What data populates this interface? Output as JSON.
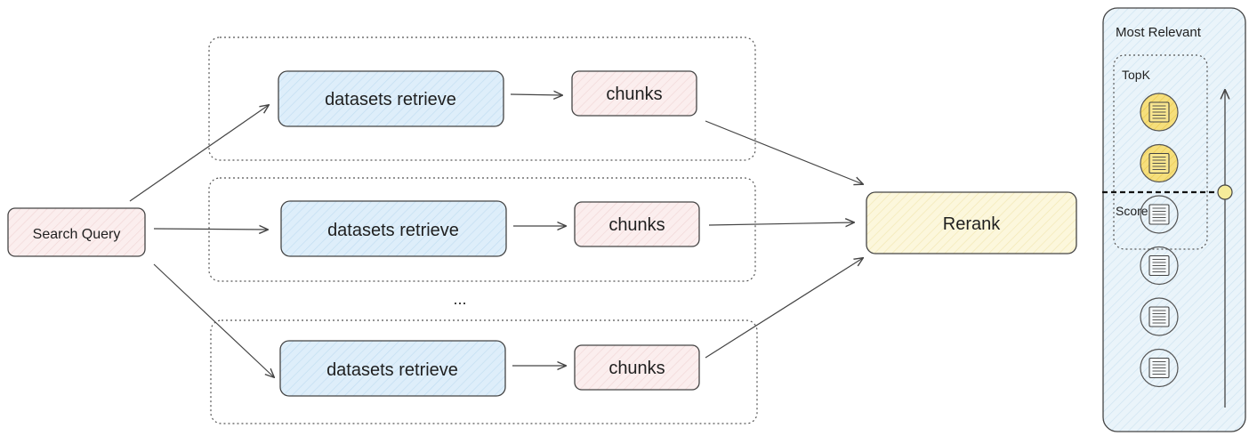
{
  "query": {
    "label": "Search Query"
  },
  "branches": [
    {
      "retrieve_label": "datasets retrieve",
      "chunks_label": "chunks"
    },
    {
      "retrieve_label": "datasets retrieve",
      "chunks_label": "chunks"
    },
    {
      "retrieve_label": "datasets retrieve",
      "chunks_label": "chunks"
    }
  ],
  "ellipsis": "...",
  "rerank": {
    "label": "Rerank"
  },
  "panel": {
    "title": "Most Relevant",
    "topk_label": "TopK",
    "score_label": "Score",
    "items": [
      {
        "highlighted": true
      },
      {
        "highlighted": true
      },
      {
        "highlighted": false
      },
      {
        "highlighted": false
      },
      {
        "highlighted": false
      },
      {
        "highlighted": false
      }
    ]
  },
  "colors": {
    "query_fill": "#fbeeee",
    "retrieve_fill": "#deeefa",
    "chunks_fill": "#fbeeee",
    "rerank_fill": "#fcf7dc",
    "panel_fill": "#e4f1f8",
    "doc_highlight": "#f4d96b",
    "stroke": "#444444"
  }
}
